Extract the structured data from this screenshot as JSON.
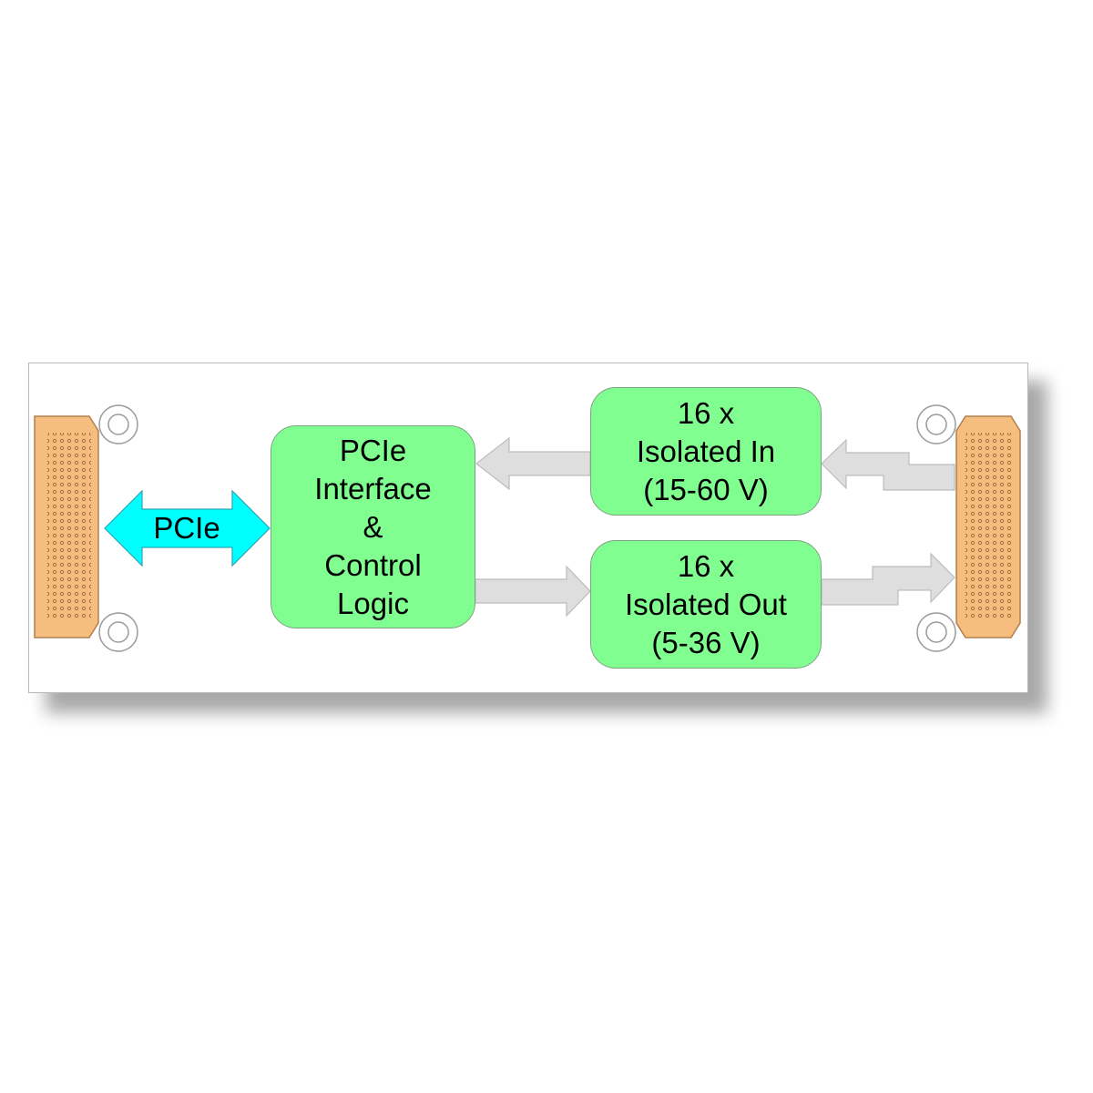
{
  "bus": {
    "label": "PCIe",
    "color": "#00ffff"
  },
  "blocks": {
    "pcie_interface": {
      "lines": [
        "PCIe",
        "Interface",
        "&",
        "Control",
        "Logic"
      ]
    },
    "isolated_in": {
      "lines": [
        "16 x",
        "Isolated In",
        "(15-60 V)"
      ]
    },
    "isolated_out": {
      "lines": [
        "16 x",
        "Isolated Out",
        "(5-36 V)"
      ]
    }
  },
  "colors": {
    "block_fill": "#80ff90",
    "connector_fill": "#f5bd7e",
    "arrow_fill": "#dedede",
    "arrow_stroke": "#bcbcbc"
  }
}
